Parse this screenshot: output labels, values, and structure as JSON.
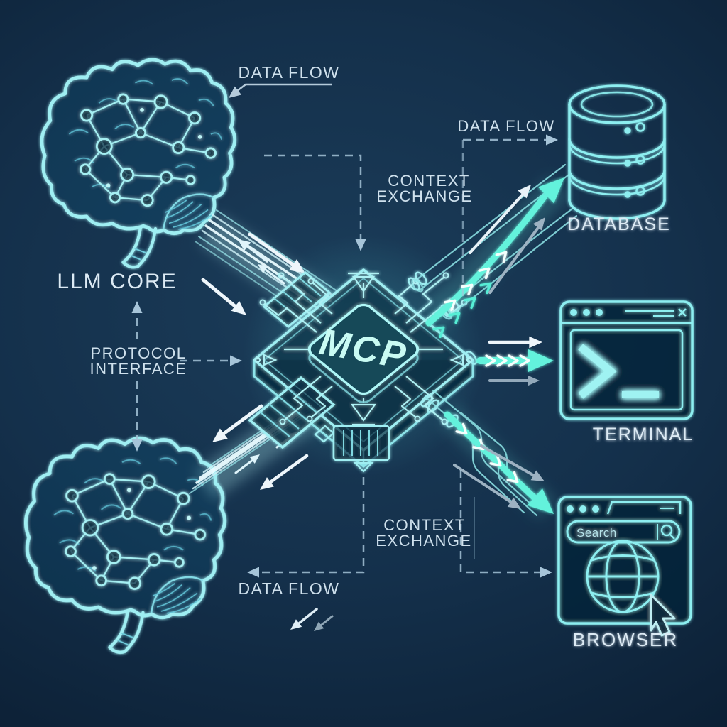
{
  "chip": {
    "label": "MCP"
  },
  "nodes": {
    "llm_core": "LLM CORE",
    "database": "DATABASE",
    "terminal": "TERMINAL",
    "browser": "BROWSER"
  },
  "annotations": {
    "data_flow_top": "DATA FLOW",
    "data_flow_right": "DATA FLOW",
    "data_flow_bottom": "DATA FLOW",
    "context_exchange_top": {
      "line1": "CONTEXT",
      "line2": "EXCHANGE"
    },
    "context_exchange_bottom": {
      "line1": "CONTEXT",
      "line2": "EXCHANGE"
    },
    "protocol_interface": {
      "line1": "PROTOCOL",
      "line2": "INTERFACE"
    }
  },
  "browser_ui": {
    "search_placeholder": "Search"
  },
  "terminal_ui": {
    "prompt": ""
  },
  "colors": {
    "background_center": "#1b3d5a",
    "background_edge": "#081627",
    "neon_cyan": "#8deef0",
    "neon_teal": "#57eed6",
    "label_text": "#cfe1ed",
    "dashed_annotation": "#a6c4d8",
    "arrow_white": "#eef6fb",
    "arrow_gray": "#93a9ba"
  }
}
